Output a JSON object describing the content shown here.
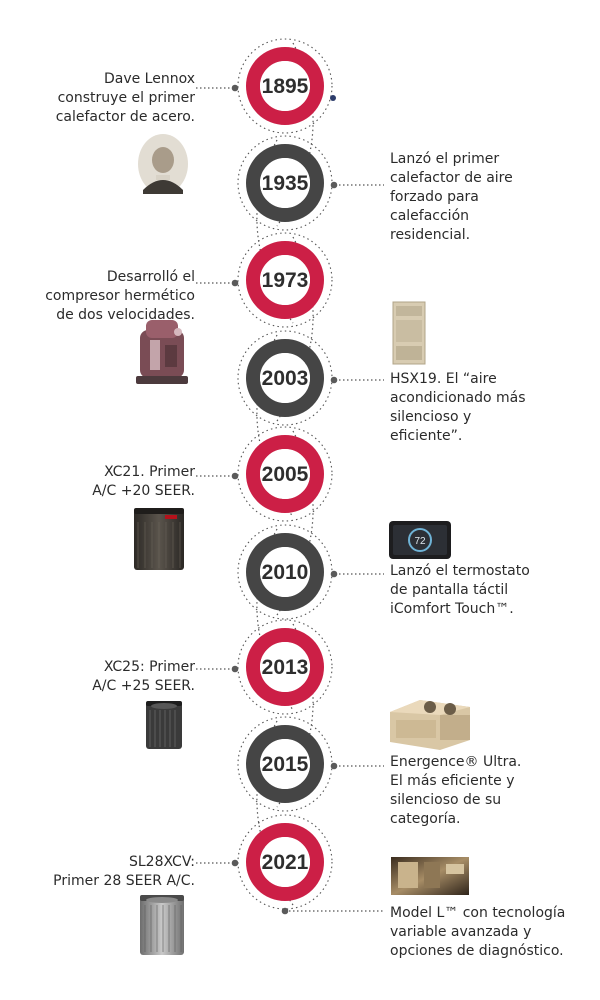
{
  "colors": {
    "crimson": "#cc1f46",
    "charcoal": "#454545",
    "dots": "#555555"
  },
  "events": [
    {
      "year": "1895",
      "color": "crimson",
      "side": "left",
      "lines": [
        "Dave Lennox",
        "construye el primer",
        "calefactor de acero."
      ],
      "image": "portrait-of-dave-lennox"
    },
    {
      "year": "1935",
      "color": "charcoal",
      "side": "right",
      "lines": [
        "Lanzó el primer",
        "calefactor de aire",
        "forzado para",
        "calefacción",
        "residencial."
      ]
    },
    {
      "year": "1973",
      "color": "crimson",
      "side": "left",
      "lines": [
        "Desarrolló el",
        "compresor hermético",
        "de dos velocidades."
      ],
      "image": "compressor-cutaway"
    },
    {
      "year": "2003",
      "color": "charcoal",
      "side": "right",
      "lines": [
        "HSX19. El “aire",
        "acondicionado más",
        "silencioso y",
        "eficiente”."
      ],
      "image": "indoor-unit"
    },
    {
      "year": "2005",
      "color": "crimson",
      "side": "left",
      "lines": [
        "XC21. Primer",
        "A/C +20 SEER."
      ],
      "image": "xc21-condenser"
    },
    {
      "year": "2010",
      "color": "charcoal",
      "side": "right",
      "lines": [
        "Lanzó el termostato",
        "de pantalla táctil",
        "iComfort Touch™."
      ],
      "image": "thermostat",
      "thermostat_reading": "72"
    },
    {
      "year": "2013",
      "color": "crimson",
      "side": "left",
      "lines": [
        "XC25: Primer",
        "A/C +25 SEER."
      ],
      "image": "xc25-condenser"
    },
    {
      "year": "2015",
      "color": "charcoal",
      "side": "right",
      "lines": [
        "Energence® Ultra.",
        "El más eficiente y",
        "silencioso de su",
        "categoría."
      ],
      "image": "rooftop-unit"
    },
    {
      "year": "2021",
      "color": "crimson",
      "side": "left",
      "lines": [
        "SL28XCV:",
        "Primer 28 SEER A/C."
      ],
      "image": "sl28xcv-condenser"
    },
    {
      "year": "",
      "color": "",
      "side": "right",
      "lines": [
        "Model L™ con tecnología",
        "variable avanzada y",
        "opciones de diagnóstico."
      ],
      "image": "model-l-unit"
    }
  ]
}
